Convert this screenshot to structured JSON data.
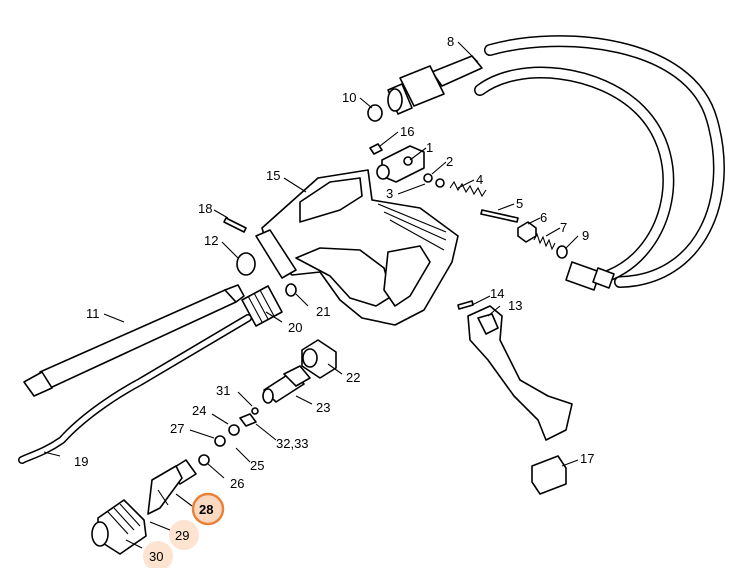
{
  "callouts": [
    {
      "id": "c1",
      "text": "1"
    },
    {
      "id": "c2",
      "text": "2"
    },
    {
      "id": "c3",
      "text": "3"
    },
    {
      "id": "c4",
      "text": "4"
    },
    {
      "id": "c5",
      "text": "5"
    },
    {
      "id": "c6",
      "text": "6"
    },
    {
      "id": "c7",
      "text": "7"
    },
    {
      "id": "c8",
      "text": "8"
    },
    {
      "id": "c9",
      "text": "9"
    },
    {
      "id": "c10",
      "text": "10"
    },
    {
      "id": "c11",
      "text": "11"
    },
    {
      "id": "c12",
      "text": "12"
    },
    {
      "id": "c13",
      "text": "13"
    },
    {
      "id": "c14",
      "text": "14"
    },
    {
      "id": "c15",
      "text": "15"
    },
    {
      "id": "c16",
      "text": "16"
    },
    {
      "id": "c17",
      "text": "17"
    },
    {
      "id": "c18",
      "text": "18"
    },
    {
      "id": "c19",
      "text": "19"
    },
    {
      "id": "c20",
      "text": "20"
    },
    {
      "id": "c21",
      "text": "21"
    },
    {
      "id": "c22",
      "text": "22"
    },
    {
      "id": "c23",
      "text": "23"
    },
    {
      "id": "c24",
      "text": "24"
    },
    {
      "id": "c25",
      "text": "25"
    },
    {
      "id": "c26",
      "text": "26"
    },
    {
      "id": "c27",
      "text": "27"
    },
    {
      "id": "c28",
      "text": "28"
    },
    {
      "id": "c29",
      "text": "29"
    },
    {
      "id": "c30",
      "text": "30"
    },
    {
      "id": "c31",
      "text": "31"
    },
    {
      "id": "c3233",
      "text": "32,33"
    }
  ],
  "highlight": {
    "selected": "28",
    "selected_ring_color": "#e8823a",
    "selected_fill_color": "#fbd9c0",
    "faded_fill_color": "#fde3d0"
  },
  "icons": {
    "pressure_washer_gun_diagram": "exploded-parts-diagram"
  }
}
